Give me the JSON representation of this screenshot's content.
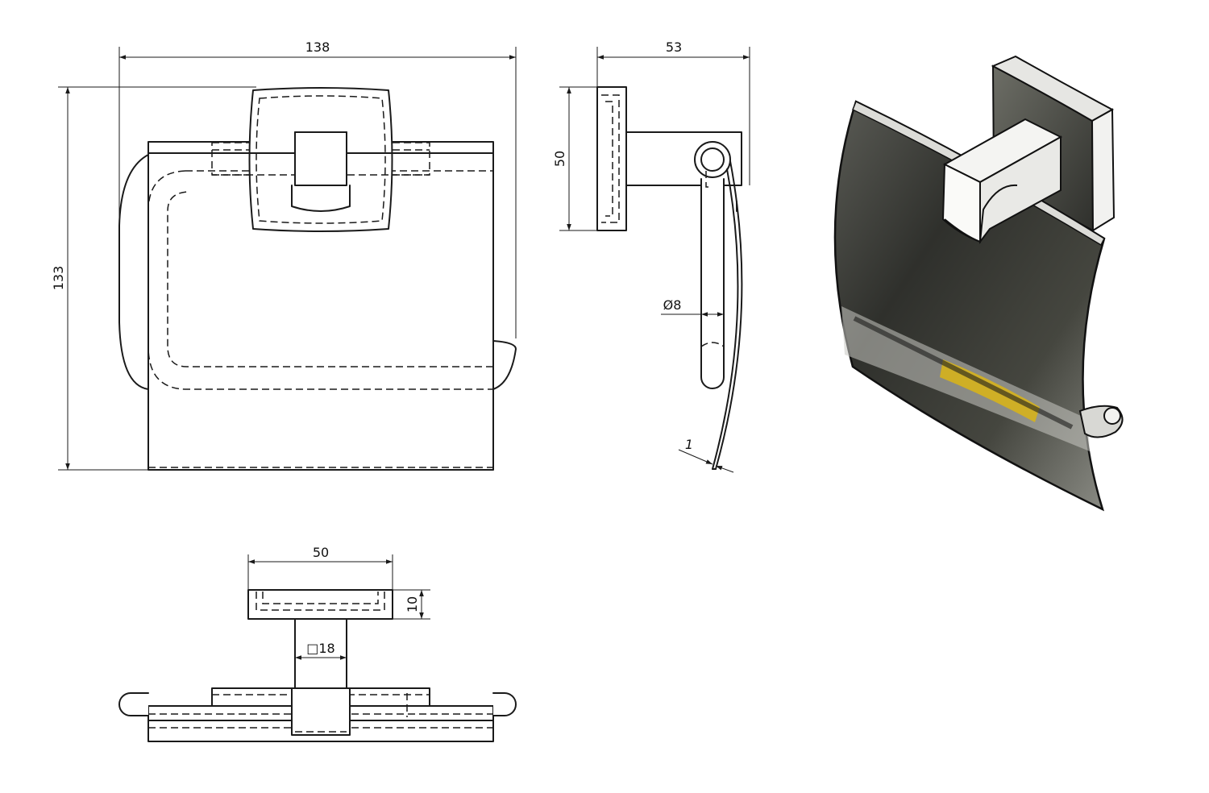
{
  "views": {
    "front": {
      "dims": {
        "width": "138",
        "height": "133"
      }
    },
    "side": {
      "dims": {
        "depth": "53",
        "plate_height": "50",
        "rod_diameter": "Ø8",
        "cover_thickness": "1"
      }
    },
    "top": {
      "dims": {
        "plate_width": "50",
        "plate_thickness": "10",
        "post_square": "□18"
      }
    },
    "iso": {
      "colors": {
        "dark": "#2f302c",
        "mid": "#6d6e66",
        "light": "#d8d8d4",
        "accent_yellow": "#d6b21c"
      }
    }
  }
}
